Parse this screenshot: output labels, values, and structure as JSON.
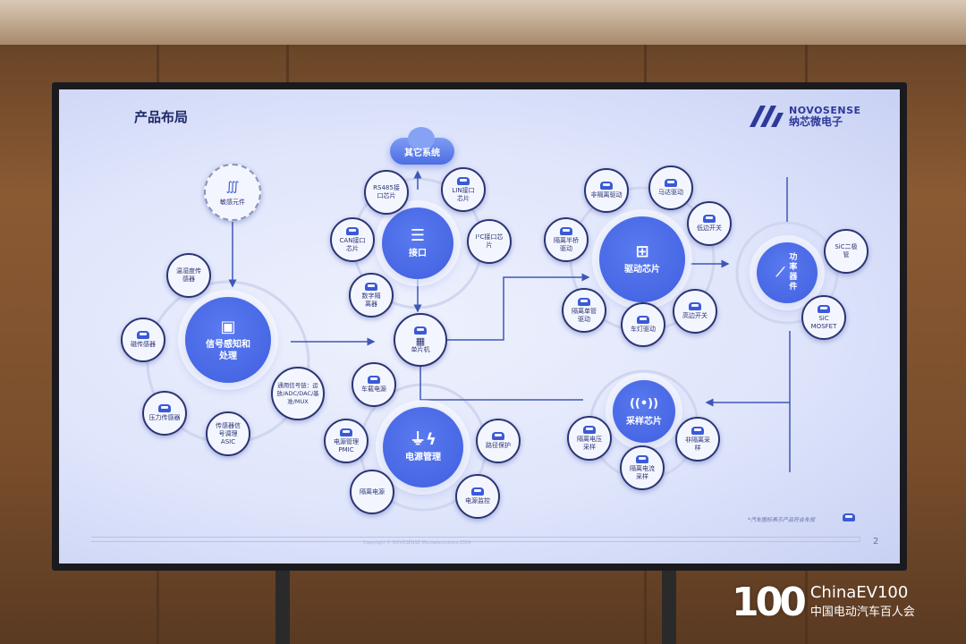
{
  "slide": {
    "title": "产品布局",
    "logo_en": "NOVOSENSE",
    "logo_cn": "纳芯微电子",
    "page_number": "2",
    "footnote": "*汽车图标表示产品符合车规",
    "copyright": "Copyright © NOVOSENSE Microelectronics 2024"
  },
  "sensing": {
    "hub": "信号感知和处理",
    "element": "敏感元件",
    "nodes": [
      "温湿度传感器",
      "磁传感器",
      "压力传感器",
      "传感器信号调理ASIC",
      "通用信号链：运放/ADC/DAC/基准/MUX"
    ]
  },
  "interface": {
    "hub": "接口",
    "cloud": "其它系统",
    "nodes": [
      "RS485接口芯片",
      "LIN接口芯片",
      "CAN接口芯片",
      "I²C接口芯片",
      "数字隔离器"
    ]
  },
  "mcu": {
    "label": "单片机"
  },
  "power": {
    "hub": "电源管理",
    "nodes": [
      "车载电源",
      "电源管理PMIC",
      "隔离电源",
      "路径保护",
      "电源监控"
    ]
  },
  "driver": {
    "hub": "驱动芯片",
    "nodes": [
      "非隔离驱动",
      "马达驱动",
      "低边开关",
      "隔离半桥驱动",
      "隔离单管驱动",
      "车灯驱动",
      "高边开关"
    ]
  },
  "power_device": {
    "hub": "功率器件",
    "nodes": [
      "SiC二极管",
      "SiC MOSFET"
    ]
  },
  "sampling": {
    "hub": "采样芯片",
    "nodes": [
      "隔离电压采样",
      "隔离电流采样",
      "非隔离采样"
    ]
  },
  "watermark": {
    "num": "100",
    "en": "ChinaEV100",
    "cn": "中国电动汽车百人会"
  }
}
